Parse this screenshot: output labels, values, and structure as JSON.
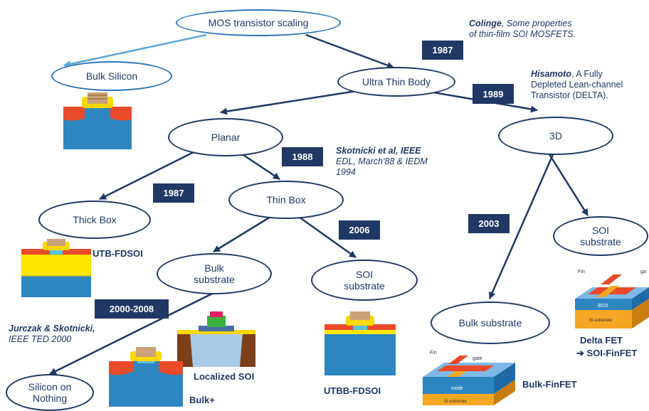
{
  "nodes": {
    "root": "MOS transistor scaling",
    "bulk_silicon": "Bulk Silicon",
    "utb": "Ultra Thin Body",
    "planar": "Planar",
    "three_d": "3D",
    "thick_box": "Thick Box",
    "thin_box": "Thin Box",
    "bulk_substrate_planar": [
      "Bulk",
      "substrate"
    ],
    "soi_substrate_planar": [
      "SOI",
      "substrate"
    ],
    "silicon_on_nothing": [
      "Silicon on",
      "Nothing"
    ],
    "bulk_substrate_3d": "Bulk substrate",
    "soi_substrate_3d": [
      "SOI",
      "substrate"
    ]
  },
  "years": {
    "y1987a": "1987",
    "y1989": "1989",
    "y1988": "1988",
    "y1987b": "1987",
    "y2006": "2006",
    "y2003": "2003",
    "y2000_2008": "2000-2008"
  },
  "references": {
    "colinge": {
      "author": "Colinge",
      "rest": ", Some properties",
      "line2": "of thin-film SOI MOSFETS."
    },
    "hisamoto": {
      "author": "Hisamoto",
      "rest": ", A Fully",
      "line2": "Depleted Lean-channel",
      "line3": "Transistor (DELTA)."
    },
    "skotnicki": {
      "line1": "Skotnicki et al, IEEE",
      "line2": "EDL, March'88 & IEDM",
      "line3": "1994"
    },
    "jurczak": {
      "line1": "Jurczak & Skotnicki,",
      "line2": "IEEE TED 2000"
    }
  },
  "device_labels": {
    "utb_fdsoi": "UTB-FDSOI",
    "localized_soi": "Localized SOI",
    "bulk_plus": "Bulk+",
    "utbb_fdsoi": "UTBB-FDSOI",
    "bulk_finfet": "Bulk-FinFET",
    "delta_fet": "Delta FET",
    "soi_finfet": "➔ SOI-FinFET",
    "fin": "Fin",
    "gate": "gate",
    "gate_short": "ga",
    "box": "BOX",
    "si_substrate": "Si-substrate",
    "oxide": "oxide"
  },
  "colors": {
    "navy": "#1f3864",
    "light_blue": "#2e75b6",
    "substrate": "#2e86c1",
    "gate_red": "#e84a2a",
    "spacer_yellow": "#ffd700"
  }
}
